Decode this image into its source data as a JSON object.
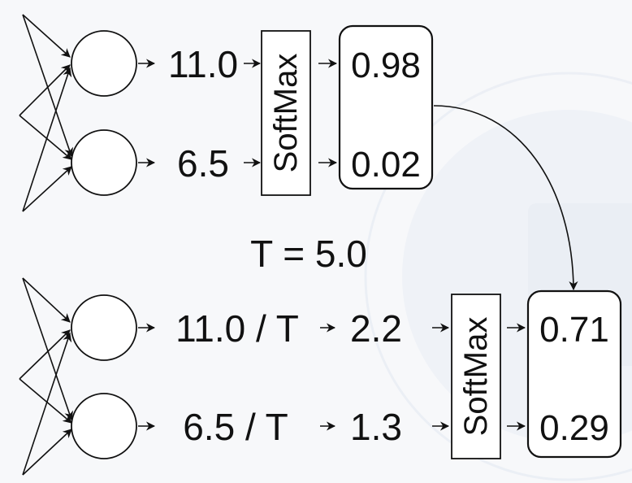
{
  "colors": {
    "background": "#f7f8fa",
    "stroke": "#111111",
    "watermark": "#e6eaf2"
  },
  "top": {
    "logit_1": "11.0",
    "logit_2": "6.5",
    "softmax_label": "SoftMax",
    "prob_1": "0.98",
    "prob_2": "0.02"
  },
  "temperature_label": "T = 5.0",
  "bottom": {
    "scaled_1": "11.0 / T",
    "scaled_2": "6.5 / T",
    "value_1": "2.2",
    "value_2": "1.3",
    "softmax_label": "SoftMax",
    "prob_1": "0.71",
    "prob_2": "0.29"
  }
}
